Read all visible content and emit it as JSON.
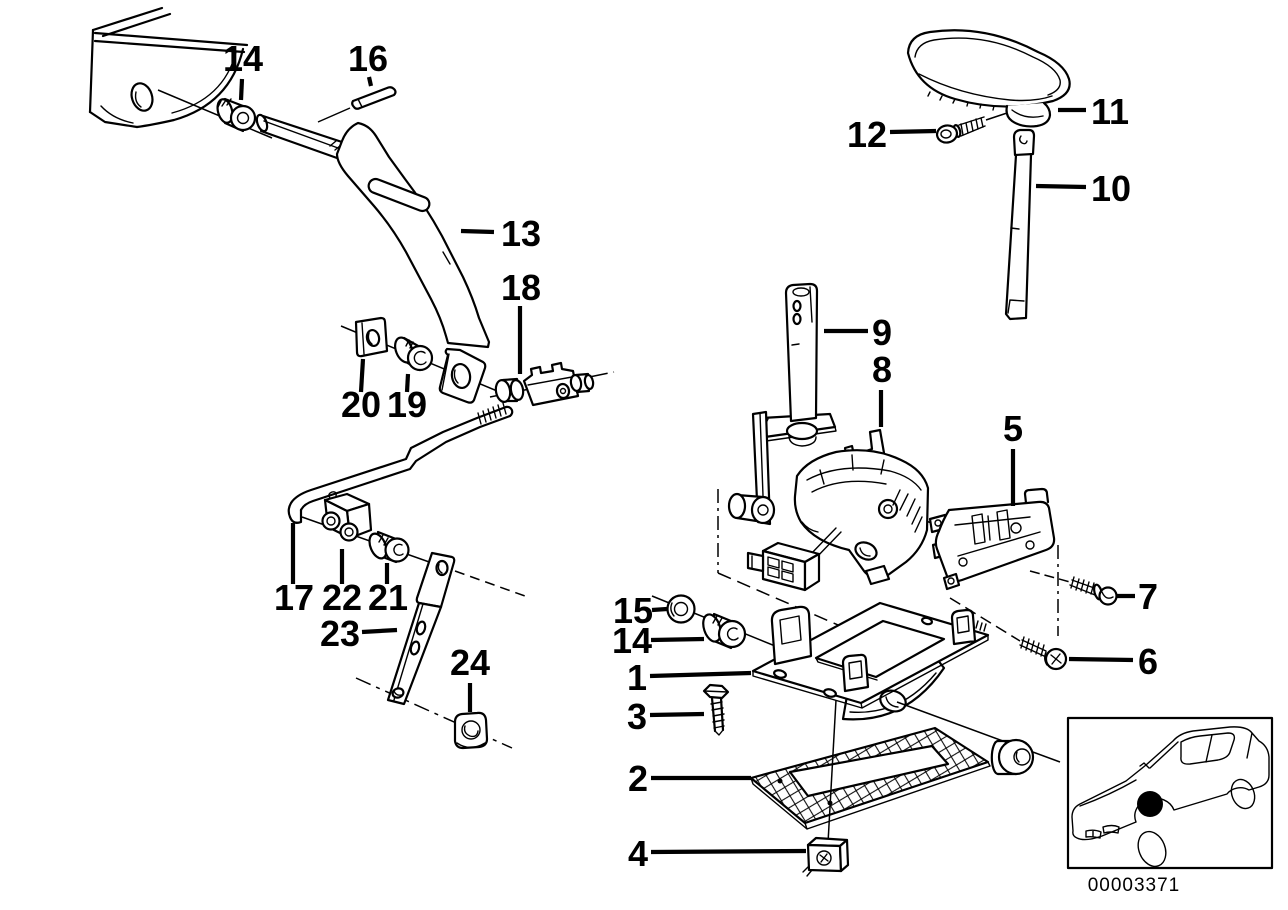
{
  "diagram": {
    "doc_number": "00003371",
    "callouts": [
      {
        "label": "1"
      },
      {
        "label": "2"
      },
      {
        "label": "3"
      },
      {
        "label": "4"
      },
      {
        "label": "5"
      },
      {
        "label": "6"
      },
      {
        "label": "7"
      },
      {
        "label": "8"
      },
      {
        "label": "9"
      },
      {
        "label": "10"
      },
      {
        "label": "11"
      },
      {
        "label": "12"
      },
      {
        "label": "13"
      },
      {
        "label": "14"
      },
      {
        "label": "14"
      },
      {
        "label": "15"
      },
      {
        "label": "16"
      },
      {
        "label": "17"
      },
      {
        "label": "18"
      },
      {
        "label": "19"
      },
      {
        "label": "20"
      },
      {
        "label": "21"
      },
      {
        "label": "22"
      },
      {
        "label": "23"
      },
      {
        "label": "24"
      }
    ]
  }
}
